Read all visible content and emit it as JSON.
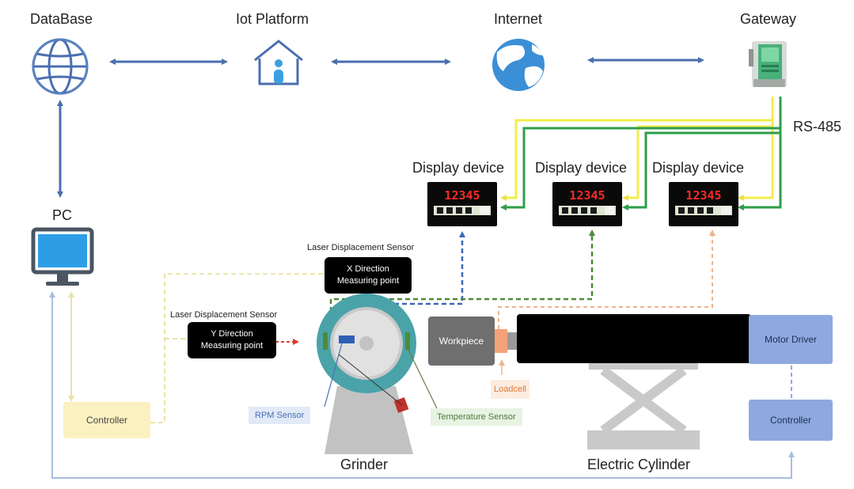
{
  "nodes": {
    "database": "DataBase",
    "iot_platform": "Iot Platform",
    "internet": "Internet",
    "gateway": "Gateway",
    "pc": "PC",
    "rs485": "RS-485",
    "display_device": "Display device",
    "display_value": "12345",
    "laser_sensor": "Laser Displacement Sensor",
    "x_direction": "X Direction",
    "y_direction": "Y Direction",
    "measuring_point": "Measuring point",
    "workpiece": "Workpiece",
    "motor_driver": "Motor Driver",
    "controller": "Controller",
    "loadcell": "Loadcell",
    "rpm_sensor": "RPM Sensor",
    "temperature_sensor": "Temperature Sensor",
    "grinder": "Grinder",
    "electric_cylinder": "Electric Cylinder"
  },
  "colors": {
    "blue_link": "#4a6fb0",
    "yellow_line": "#f2ee4a",
    "green_line": "#2e9e4a",
    "dash_blue": "#3b67b5",
    "dash_green": "#4e8a3a",
    "dash_orange": "#f0b48a",
    "dash_yellow": "#e8e4a8",
    "dash_red": "#e03a2e",
    "controller_yellow": "#fbf1c0",
    "motor_blue": "#8ea9e0",
    "grinder_teal": "#4aa3a8",
    "gray": "#7a7a7a",
    "light_gray": "#bdbdbd"
  }
}
